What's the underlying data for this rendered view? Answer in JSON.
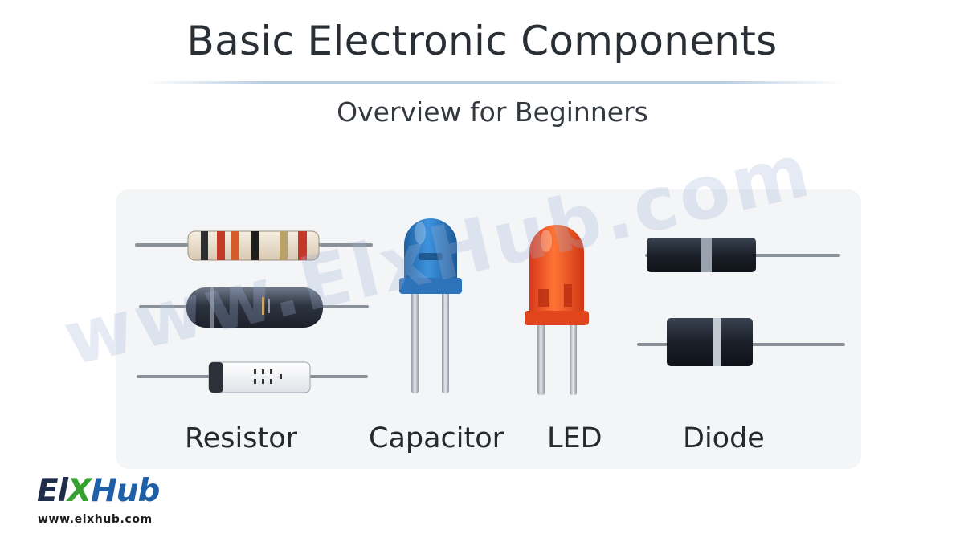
{
  "header": {
    "title": "Basic Electronic Components",
    "subtitle": "Overview for Beginners"
  },
  "components": {
    "resistor": "Resistor",
    "capacitor": "Capacitor",
    "led": "LED",
    "diode": "Diode"
  },
  "colors": {
    "capacitor_body": "#2f7fc9",
    "led_body": "#f25a24",
    "accent_green": "#36a12f",
    "logo_dark": "#1f2d4b",
    "logo_blue": "#1f5fa8"
  },
  "watermark": {
    "text": "www.ElxHub.com"
  },
  "brand": {
    "logo_part1": "El",
    "logo_part2": "X",
    "logo_part3": "Hub",
    "url": "www.elxhub.com"
  }
}
